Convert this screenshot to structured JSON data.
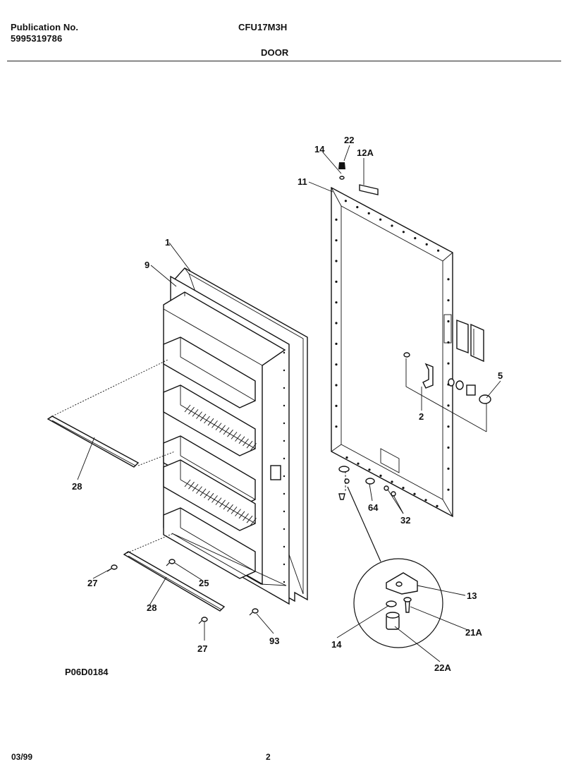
{
  "header": {
    "publication_label": "Publication No.",
    "publication_number": "5995319786",
    "model": "CFU17M3H",
    "section": "DOOR"
  },
  "drawing_code": "P06D0184",
  "footer": {
    "date": "03/99",
    "page": "2"
  },
  "callouts": {
    "c1": "1",
    "c9": "9",
    "c28a": "28",
    "c28b": "28",
    "c27a": "27",
    "c27b": "27",
    "c25": "25",
    "c93": "93",
    "c11": "11",
    "c14a": "14",
    "c22": "22",
    "c12a": "12A",
    "c5": "5",
    "c2": "2",
    "c64": "64",
    "c32": "32",
    "c13": "13",
    "c14b": "14",
    "c21a": "21A",
    "c22a": "22A"
  }
}
